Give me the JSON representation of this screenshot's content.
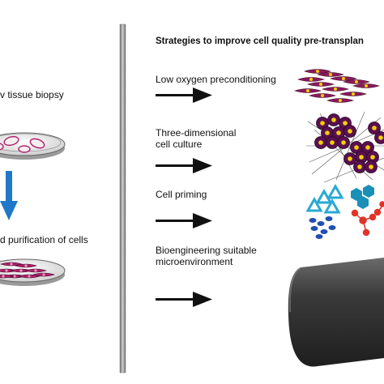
{
  "left_panel": {
    "biopsy_label": "v tissue biopsy",
    "purification_label": "d purification of cells",
    "colors": {
      "arrow": "#1f78c8",
      "cell": "#b0206a",
      "cell_nucleus": "#e5a0c0",
      "dish": "#777777"
    }
  },
  "right_panel": {
    "header": "Strategies to improve cell quality pre-transplan",
    "strategies": [
      {
        "label": "Low oxygen preconditioning",
        "icon": "elongated-cells-icon"
      },
      {
        "label": "Three-dimensional\ncell culture",
        "icon": "spheroid-icon"
      },
      {
        "label": "Cell priming",
        "icon": "priming-molecules-icon"
      },
      {
        "label": "Bioengineering suitable\nmicroenvironment",
        "icon": "scaffold-tube-icon"
      }
    ],
    "colors": {
      "arrow": "#111111",
      "divider": "#999999",
      "cell": "#8b1a5c",
      "spheroid": "#5a1050",
      "nucleus": "#f2d000",
      "triangle": "#29a9d6",
      "hexagon": "#1a8fb8",
      "red_dot": "#e0342a",
      "blue_oval": "#1f4fb0",
      "tube": "#3a3a3a"
    }
  }
}
